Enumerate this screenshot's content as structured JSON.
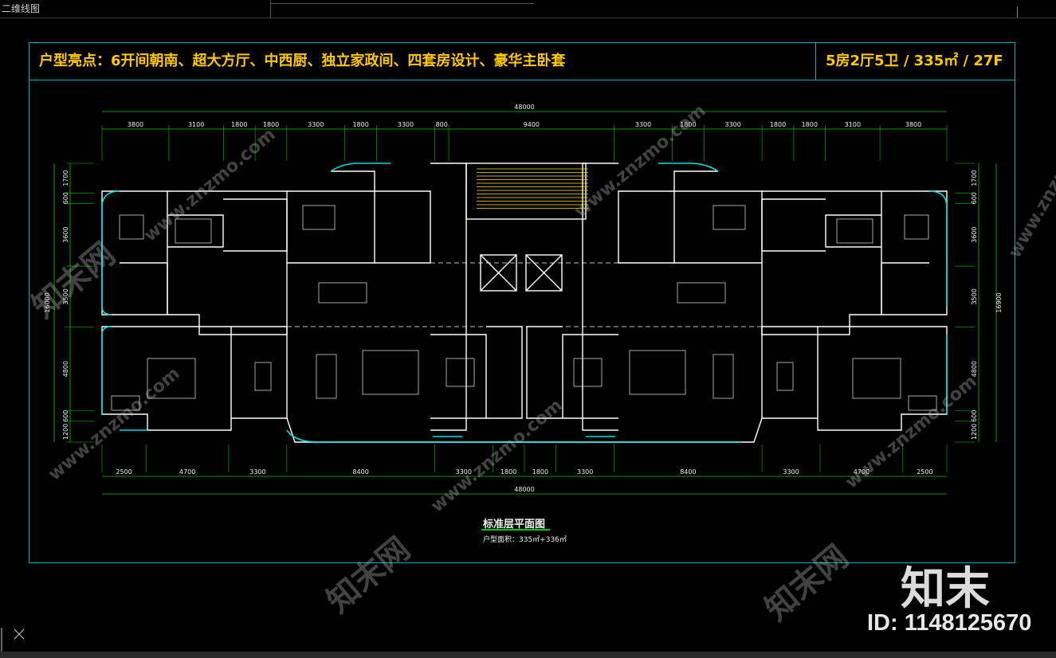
{
  "window": {
    "tab_label": "二维线图"
  },
  "header": {
    "highlights": "户型亮点：6开间朝南、超大方厅、中西厨、独立家政间、四套房设计、豪华主卧套",
    "spec": "5房2厅5卫 / 335㎡ / 27F"
  },
  "dimensions": {
    "top_total": "48000",
    "top_segments": [
      "3800",
      "3100",
      "1800",
      "1800",
      "3300",
      "1800",
      "3300",
      "800",
      "9400",
      "3300",
      "1800",
      "3300",
      "1800",
      "1800",
      "3100",
      "3800"
    ],
    "bottom_segments": [
      "2500",
      "4700",
      "3300",
      "8400",
      "3300",
      "1800",
      "1800",
      "3300",
      "8400",
      "3300",
      "4700",
      "2500"
    ],
    "bottom_total": "48000",
    "left_segments": [
      "1700",
      "600",
      "3600",
      "3500",
      "4800",
      "600",
      "1200"
    ],
    "left_total": "16000",
    "right_segments": [
      "1700",
      "600",
      "3600",
      "3500",
      "4800",
      "600",
      "1200"
    ],
    "right_total": "16900"
  },
  "plan": {
    "title": "标准层平面图",
    "area": "户型面积：335㎡+336㎡"
  },
  "watermark": {
    "brand": "知末",
    "id": "ID: 1148125670",
    "text_cn": "知末网",
    "url": "www.znzmo.com"
  },
  "colors": {
    "frame": "#00b4b4",
    "highlight": "#ffc800",
    "dim": "#00c800",
    "wall": "#ffffff",
    "window": "#00e0e0"
  }
}
